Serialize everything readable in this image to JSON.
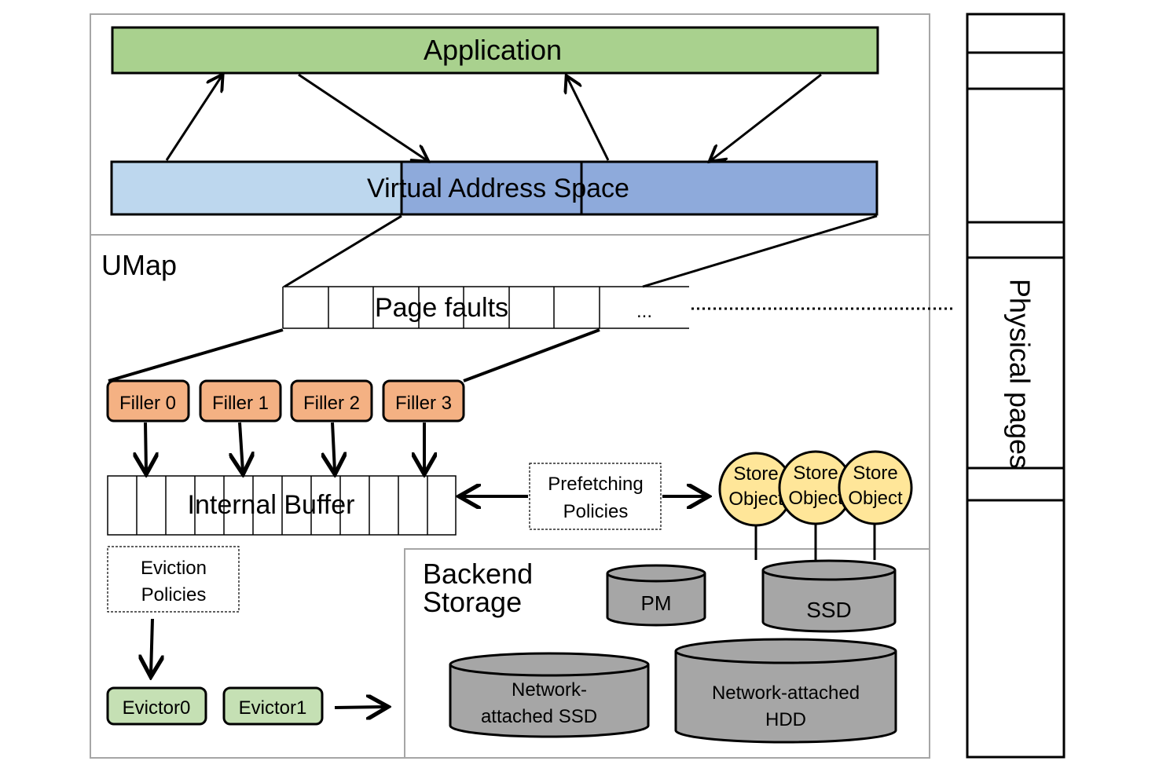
{
  "application": {
    "label": "Application"
  },
  "virtual_address_space": {
    "label": "Virtual Address Space"
  },
  "umap": {
    "label": "UMap"
  },
  "page_faults": {
    "label": "Page faults",
    "ellipsis": "..."
  },
  "fillers": [
    {
      "label": "Filler 0"
    },
    {
      "label": "Filler 1"
    },
    {
      "label": "Filler 2"
    },
    {
      "label": "Filler 3"
    }
  ],
  "internal_buffer": {
    "label": "Internal Buffer"
  },
  "prefetching_policies": {
    "line1": "Prefetching",
    "line2": "Policies"
  },
  "store_objects": [
    {
      "line1": "Store",
      "line2": "Object"
    },
    {
      "line1": "Store",
      "line2": "Object"
    },
    {
      "line1": "Store",
      "line2": "Object"
    }
  ],
  "eviction_policies": {
    "line1": "Eviction",
    "line2": "Policies"
  },
  "evictors": [
    {
      "label": "Evictor0"
    },
    {
      "label": "Evictor1"
    }
  ],
  "backend_storage": {
    "line1": "Backend",
    "line2": "Storage",
    "pm": "PM",
    "ssd": "SSD",
    "network_ssd": {
      "line1": "Network-",
      "line2": "attached SSD"
    },
    "network_hdd": {
      "line1": "Network-attached",
      "line2": "HDD"
    }
  },
  "physical_pages": {
    "label": "Physical pages"
  },
  "colors": {
    "application": "#a9d18e",
    "vas_light": "#bdd7ee",
    "vas_mid": "#8eaadb",
    "filler": "#f4b183",
    "evictor": "#c5e0b4",
    "store_object": "#ffe699",
    "disk": "#a6a6a6",
    "frame": "#a6a6a6"
  }
}
